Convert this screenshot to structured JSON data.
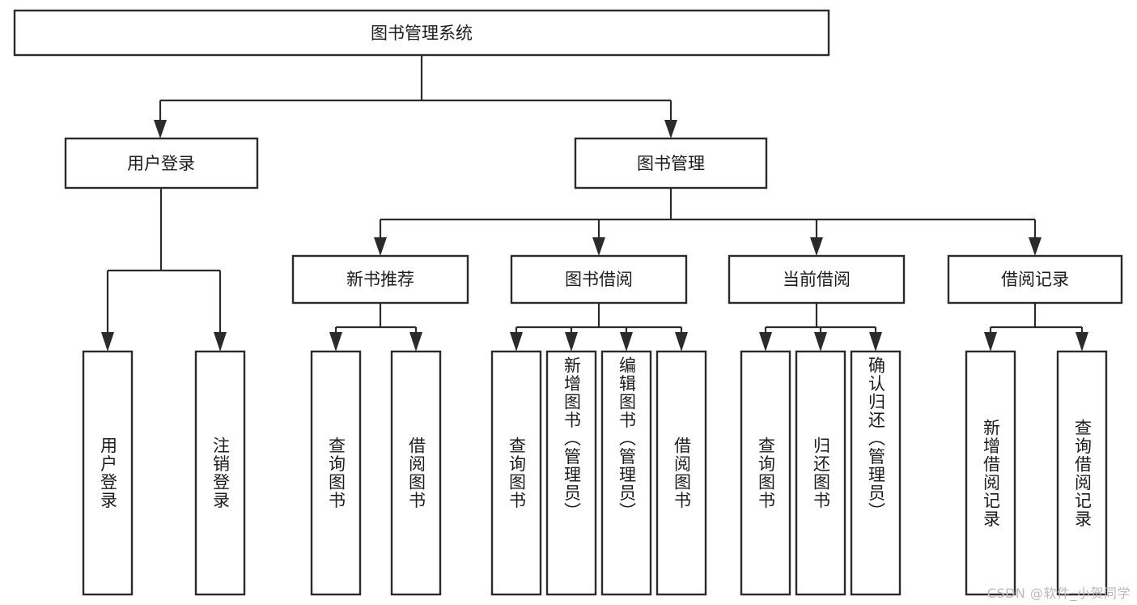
{
  "diagram": {
    "title": "图书管理系统",
    "type": "hierarchy-tree",
    "watermark": "CSDN @软件_小贺同学",
    "colors": {
      "box_stroke": "#2b2b2b",
      "box_fill": "#ffffff",
      "text": "#1c1c1c",
      "connector": "#2b2b2b",
      "watermark": "#b9b9b9",
      "background": "#ffffff"
    },
    "levels": {
      "root": {
        "label": "图书管理系统"
      },
      "level1": [
        {
          "label": "用户登录"
        },
        {
          "label": "图书管理"
        }
      ],
      "level2": [
        {
          "label": "新书推荐"
        },
        {
          "label": "图书借阅"
        },
        {
          "label": "当前借阅"
        },
        {
          "label": "借阅记录"
        }
      ],
      "leaves": {
        "user_login": [
          {
            "label": "用户登录"
          },
          {
            "label": "注销登录"
          }
        ],
        "new_book_recommend": [
          {
            "label": "查询图书"
          },
          {
            "label": "借阅图书"
          }
        ],
        "book_borrow": [
          {
            "label": "查询图书"
          },
          {
            "label": "新增图书（管理员）"
          },
          {
            "label": "编辑图书（管理员）"
          },
          {
            "label": "借阅图书"
          }
        ],
        "current_borrow": [
          {
            "label": "查询图书"
          },
          {
            "label": "归还图书"
          },
          {
            "label": "确认归还（管理员）"
          }
        ],
        "borrow_record": [
          {
            "label": "新增借阅记录"
          },
          {
            "label": "查询借阅记录"
          }
        ]
      }
    }
  }
}
